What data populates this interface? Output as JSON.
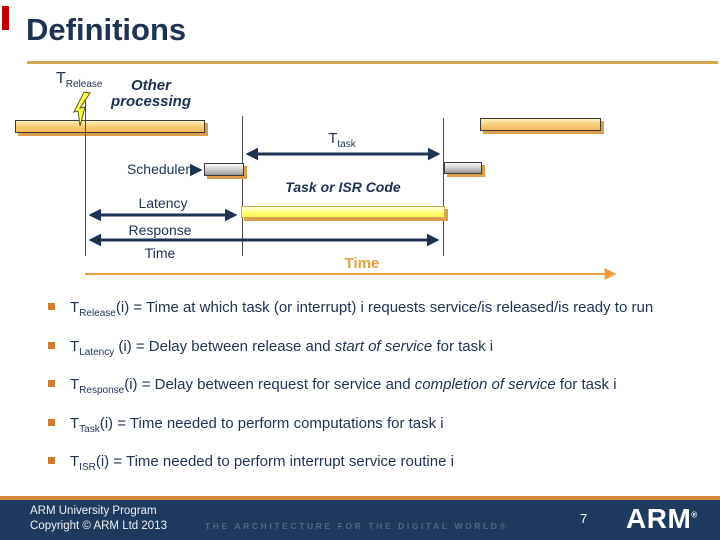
{
  "slide": {
    "title": "Definitions"
  },
  "diagram": {
    "t_release": {
      "base": "T",
      "sub": "Release"
    },
    "other_processing": {
      "line1": "Other",
      "line2": "processing"
    },
    "t_task": {
      "base": "T",
      "sub": "task"
    },
    "scheduler_label": "Scheduler",
    "task_or_isr_label": "Task or ISR Code",
    "latency_label": "Latency",
    "response_label_line1": "Response",
    "response_label_line2": "Time",
    "time_axis_label": "Time",
    "icons": {
      "release_event": "lightning-bolt-icon"
    },
    "colors": {
      "bar_gold": "#f9d17c",
      "bar_gray": "#cfcfcf",
      "bar_yellow": "#ffff70",
      "arrow_navy": "#1e3253",
      "axis_orange": "#ea9f3e"
    }
  },
  "bullets": [
    {
      "base": "T",
      "sub": "Release",
      "pre": "(i) = Time at which task (or interrupt) i requests service/is released/is ready to run",
      "italic": "",
      "tail": ""
    },
    {
      "base": "T",
      "sub": "Latency",
      "pre": " (i) = Delay between release and ",
      "italic": "start of service",
      "tail": " for task i"
    },
    {
      "base": "T",
      "sub": "Response",
      "pre": "(i) = Delay between request for service and ",
      "italic": "completion of service",
      "tail": " for task i"
    },
    {
      "base": "T",
      "sub": "Task",
      "pre": "(i) = Time needed to perform computations for task i",
      "italic": "",
      "tail": ""
    },
    {
      "base": "T",
      "sub": "ISR",
      "pre": "(i) = Time needed to perform interrupt service routine i",
      "italic": "",
      "tail": ""
    }
  ],
  "footer": {
    "line1": "ARM University Program",
    "line2": "Copyright © ARM Ltd 2013",
    "tagline": "THE ARCHITECTURE FOR THE DIGITAL WORLD®",
    "page_number": "7",
    "logo_text": "ARM",
    "logo_reg": "®"
  },
  "colors": {
    "title_navy": "#1e3253",
    "gold_rule": "#d2a94f",
    "footer_navy": "#1e3a5e",
    "bullet_square": "#cf7c2e",
    "red_mark": "#c00000"
  }
}
